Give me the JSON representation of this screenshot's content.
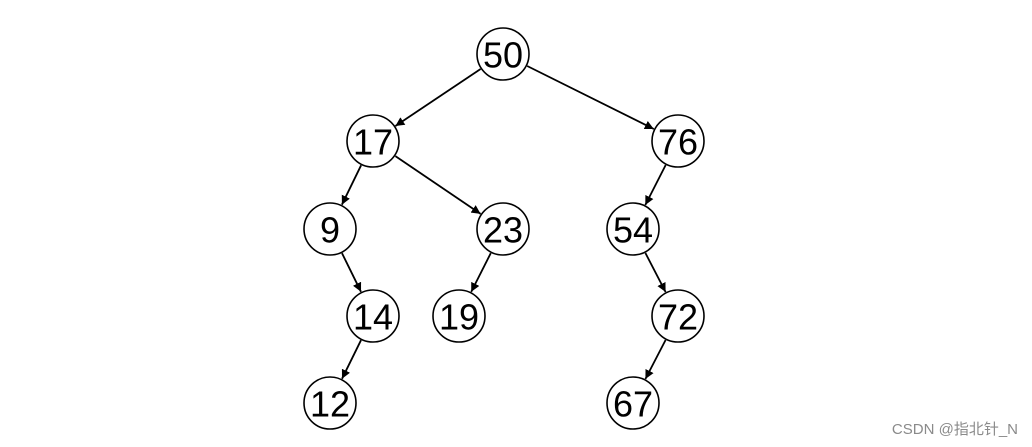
{
  "tree": {
    "nodes": [
      {
        "id": "n50",
        "label": "50"
      },
      {
        "id": "n17",
        "label": "17"
      },
      {
        "id": "n76",
        "label": "76"
      },
      {
        "id": "n9",
        "label": "9"
      },
      {
        "id": "n23",
        "label": "23"
      },
      {
        "id": "n54",
        "label": "54"
      },
      {
        "id": "n14",
        "label": "14"
      },
      {
        "id": "n19",
        "label": "19"
      },
      {
        "id": "n72",
        "label": "72"
      },
      {
        "id": "n12",
        "label": "12"
      },
      {
        "id": "n67",
        "label": "67"
      }
    ],
    "edges": [
      {
        "from": "n50",
        "to": "n17"
      },
      {
        "from": "n50",
        "to": "n76"
      },
      {
        "from": "n17",
        "to": "n9"
      },
      {
        "from": "n17",
        "to": "n23"
      },
      {
        "from": "n76",
        "to": "n54"
      },
      {
        "from": "n9",
        "to": "n14"
      },
      {
        "from": "n23",
        "to": "n19"
      },
      {
        "from": "n54",
        "to": "n72"
      },
      {
        "from": "n14",
        "to": "n12"
      },
      {
        "from": "n72",
        "to": "n67"
      }
    ]
  },
  "watermark": "CSDN @指北针_N",
  "colors": {
    "stroke": "#000000",
    "fill": "#ffffff",
    "watermark": "#8a8a8a"
  }
}
